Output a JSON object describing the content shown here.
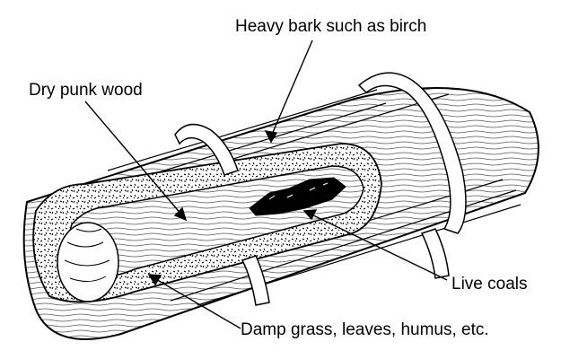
{
  "figure": {
    "labels": {
      "heavy_bark": "Heavy bark such as birch",
      "dry_punk_wood": "Dry punk wood",
      "live_coals": "Live coals",
      "damp_grass": "Damp grass, leaves, humus, etc."
    }
  },
  "colors": {
    "ink": "#000000",
    "background": "#ffffff"
  }
}
